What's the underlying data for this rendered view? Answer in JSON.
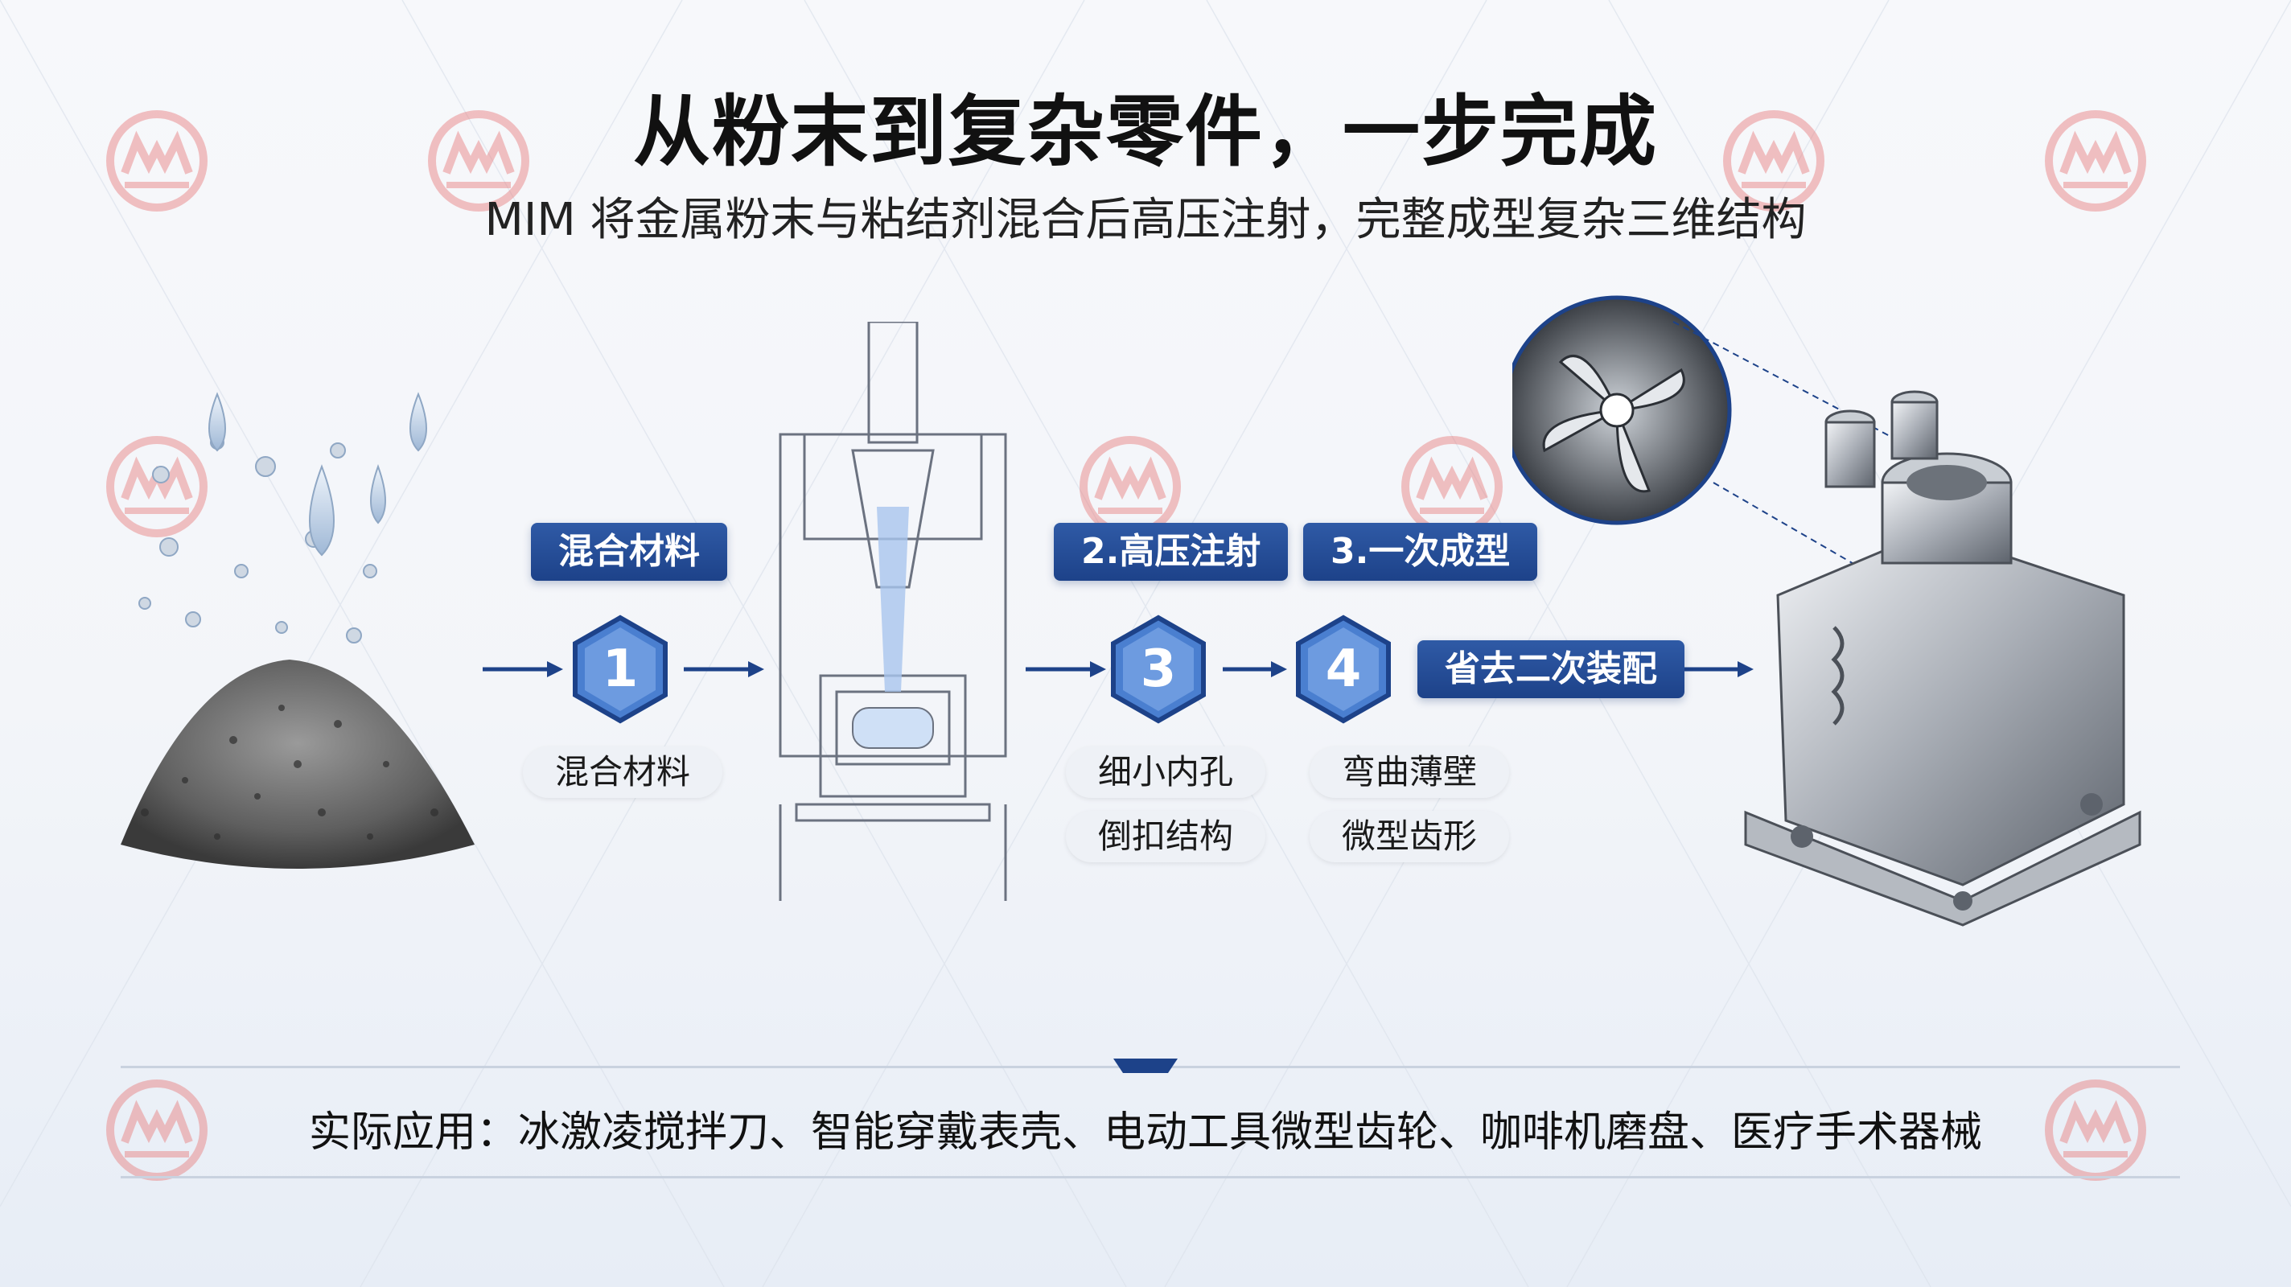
{
  "header": {
    "title": "从粉末到复杂零件，一步完成",
    "subtitle": "MIM 将金属粉末与粘结剂混合后高压注射，完整成型复杂三维结构"
  },
  "steps": [
    {
      "number": "1",
      "label": "混合材料",
      "notes": [
        "混合材料"
      ]
    },
    {
      "number": "3",
      "label": "2.高压注射",
      "notes": [
        "细小内孔",
        "倒扣结构"
      ]
    },
    {
      "number": "4",
      "label": "3.一次成型",
      "notes": [
        "弯曲薄壁",
        "微型齿形"
      ]
    }
  ],
  "final_label": "省去二次装配",
  "applications": "实际应用：冰激凌搅拌刀、智能穿戴表壳、电动工具微型齿轮、咖啡机磨盘、医疗手术器械",
  "colors": {
    "accent_blue": "#1d4289",
    "hex_blue": "#4a7fd0",
    "arrow_blue": "#1d4289",
    "watermark_red": "#e87b7b"
  },
  "icons": {
    "watermark": "brand-logo-icon",
    "arrow": "arrow-right-icon"
  }
}
